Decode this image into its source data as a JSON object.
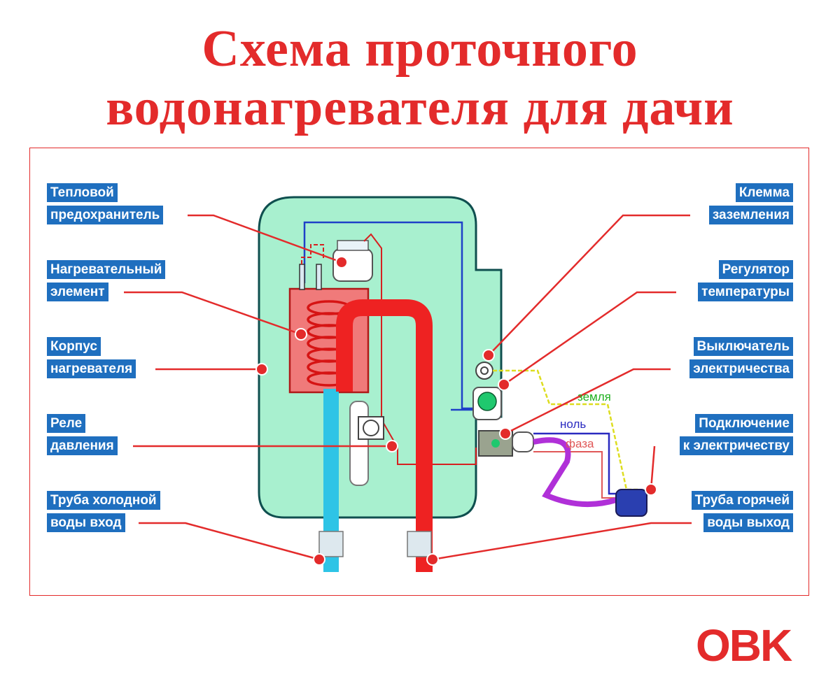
{
  "title": {
    "line1": "Схема проточного",
    "line2": "водонагревателя для дачи"
  },
  "labels": {
    "thermal_fuse": [
      "Тепловой",
      "предохранитель"
    ],
    "heating_element": [
      "Нагревательный",
      "элемент"
    ],
    "heater_body": [
      "Корпус",
      "нагревателя"
    ],
    "pressure_relay": [
      "Реле",
      "давления"
    ],
    "cold_pipe": [
      "Труба холодной",
      "воды вход"
    ],
    "ground_terminal": [
      "Клемма",
      "заземления"
    ],
    "temp_regulator": [
      "Регулятор",
      "температуры"
    ],
    "power_switch": [
      "Выключатель",
      "электричества"
    ],
    "power_connection": [
      "Подключение",
      "к электричеству"
    ],
    "hot_pipe": [
      "Труба горячей",
      "воды выход"
    ]
  },
  "wires": {
    "ground": "земля",
    "neutral": "ноль",
    "phase": "фаза"
  },
  "logo": "OBK",
  "colors": {
    "accent_red": "#e32b2b",
    "label_blue": "#1f6fbf",
    "body_green": "#a8f0cf",
    "cold_pipe": "#2ec4e6",
    "hot_pipe": "#ee2222",
    "cable_purple": "#b030d8"
  }
}
